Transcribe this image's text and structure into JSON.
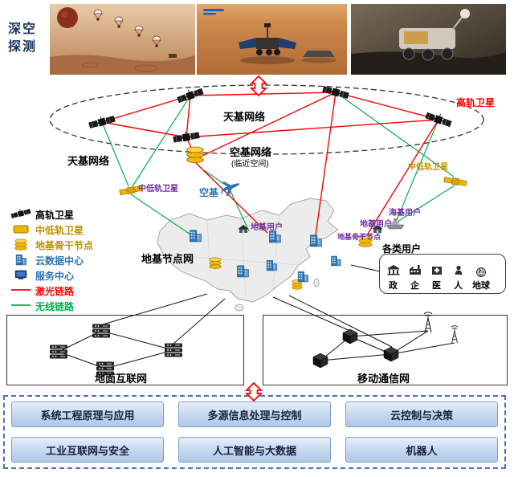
{
  "header": {
    "deep_space_label": "深空探测"
  },
  "space_layer": {
    "ellipse_label": "天基网络",
    "high_orbit_label": "高轨卫星",
    "left_label": "天基网络"
  },
  "air_layer": {
    "title": "空基网络",
    "subtitle": "(临近空间)",
    "air_label": "空基",
    "mid_low_left": "中低轨卫星",
    "mid_low_right": "中低轨卫星"
  },
  "ground_layer": {
    "sea_user": "海基用户",
    "ground_user_left": "地基用户",
    "ground_user_right": "地基用户",
    "backbone_label": "地基骨干节点",
    "node_net_label": "地基节点网"
  },
  "legend": {
    "items": [
      {
        "label": "高轨卫星",
        "color": "#000000",
        "icon": "satellite-icon"
      },
      {
        "label": "中低轨卫星",
        "color": "#BF9000",
        "icon": "mid-low-orbit-icon"
      },
      {
        "label": "地基骨干节点",
        "color": "#BF9000",
        "icon": "ground-backbone-icon"
      },
      {
        "label": "云数据中心",
        "color": "#2E75B6",
        "icon": "cloud-datacenter-icon"
      },
      {
        "label": "服务中心",
        "color": "#2E75B6",
        "icon": "service-center-icon"
      },
      {
        "label": "激光链路",
        "color": "#FF0000",
        "icon": "laser-link-line"
      },
      {
        "label": "无线链路",
        "color": "#00B050",
        "icon": "wireless-link-line"
      }
    ]
  },
  "users_box": {
    "title": "各类用户",
    "items": [
      {
        "label": "政"
      },
      {
        "label": "企"
      },
      {
        "label": "医"
      },
      {
        "label": "人"
      },
      {
        "label": "地球"
      }
    ]
  },
  "bottom": {
    "ground_internet": "地面互联网",
    "mobile_network": "移动通信网"
  },
  "tech_panel": {
    "buttons": [
      "系统工程原理与应用",
      "多源信息处理与控制",
      "云控制与决策",
      "工业互联网与安全",
      "人工智能与大数据",
      "机器人"
    ]
  },
  "colors": {
    "laser_link": "#FF0000",
    "wireless_link": "#00B050",
    "accent_blue": "#2E75B6",
    "purple_label": "#7030A0",
    "gold_label": "#BF9000"
  }
}
